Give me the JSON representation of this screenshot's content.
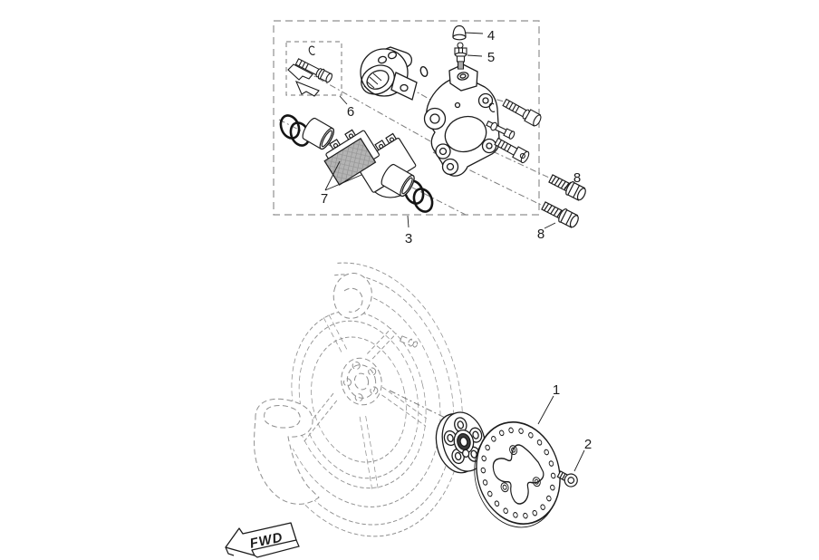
{
  "figure": {
    "type": "exploded-parts-diagram",
    "subject": "rear brake caliper, disc and wheel",
    "fwd_label": "FWD",
    "callouts": [
      {
        "label": "1"
      },
      {
        "label": "2"
      },
      {
        "label": "3"
      },
      {
        "label": "4"
      },
      {
        "label": "5"
      },
      {
        "label": "6"
      },
      {
        "label": "7"
      },
      {
        "label": "8"
      },
      {
        "label": "8"
      }
    ],
    "colors": {
      "line": "#1c1c1c",
      "phantom_dash": "#8f8f8f",
      "construction_dash": "#7a7a7a",
      "pad_fill": "#b4b4b4",
      "pad_hatch": "#878787",
      "dark_fill": "#3a3a3a",
      "background": "#ffffff"
    }
  }
}
